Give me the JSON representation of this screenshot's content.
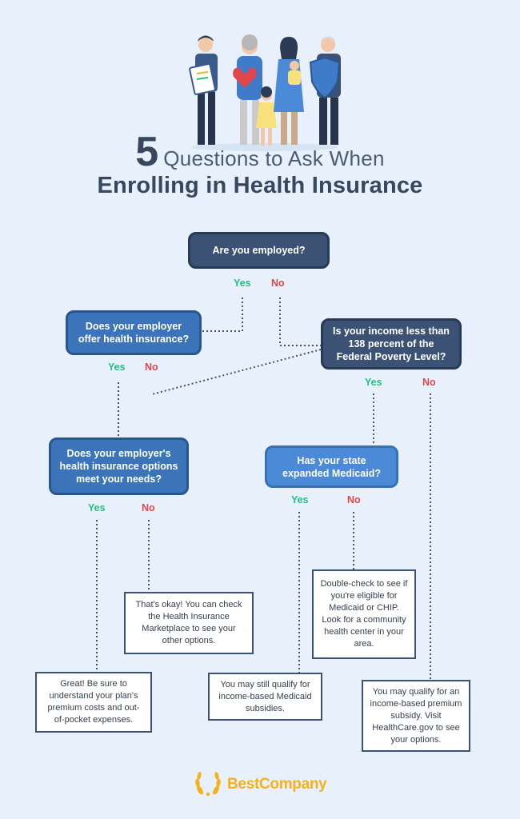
{
  "title": {
    "number": "5",
    "line1": "Questions to Ask When",
    "line2": "Enrolling in Health Insurance"
  },
  "questions": {
    "employed": "Are you employed?",
    "employer_offer": "Does your employer offer health insurance?",
    "income": "Is your income less than 138 percent of the Federal Poverty Level?",
    "options_needs": "Does your employer's health insurance options meet your needs?",
    "medicaid": "Has your state expanded Medicaid?"
  },
  "labels": {
    "yes": "Yes",
    "no": "No"
  },
  "answers": {
    "marketplace": "That's okay! You can check the Health Insurance Marketplace to see your other options.",
    "great": "Great! Be sure to understand your plan's premium costs and out-of-pocket expenses.",
    "medicaid_subsidies": "You may still qualify for income-based Medicaid subsidies.",
    "double_check": "Double-check to see if you're eligible for Medicaid or CHIP. Look for a community health center in your area.",
    "subsidy": "You may qualify for an income-based premium subsidy. Visit HealthCare.gov to see your options."
  },
  "brand": {
    "name": "BestCompany"
  },
  "colors": {
    "background": "#e8f1fb",
    "dark_box": "#3b5275",
    "mid_box": "#3b74b8",
    "light_box": "#4a8ad6",
    "yes": "#23c07f",
    "no": "#e0474c",
    "brand": "#f2b21b"
  }
}
